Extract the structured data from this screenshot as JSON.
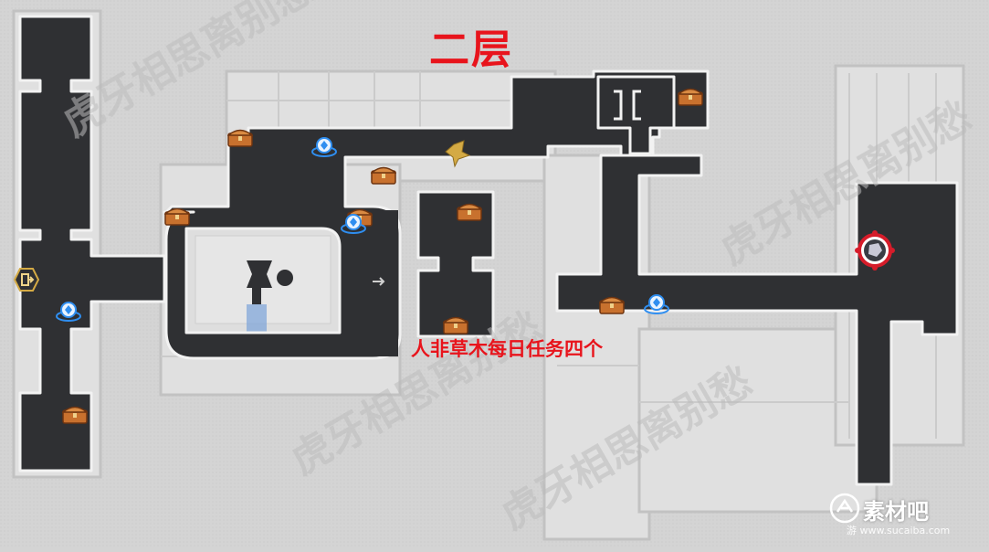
{
  "map": {
    "floor_label": "二层",
    "note": "人非草木每日任务四个",
    "watermark_text": "虎牙相思离别愁",
    "colors": {
      "background": "#d4d4d4",
      "corridor": "#2f3033",
      "room_fill": "#e3e3e3",
      "label_red": "#e8141c",
      "chest": "#c8712e",
      "teleport": "#2f8ef0",
      "boss_ring": "#d61c2a",
      "guide": "#d4aa44"
    },
    "icons": {
      "chest": "treasure-chest-icon",
      "teleport": "space-anchor-icon",
      "boss": "boss-marker-icon",
      "guide": "quest-guide-icon",
      "exit": "exit-door-icon"
    }
  },
  "logo": {
    "brand": "素材吧",
    "site": "游 www.sucaiba.com"
  }
}
